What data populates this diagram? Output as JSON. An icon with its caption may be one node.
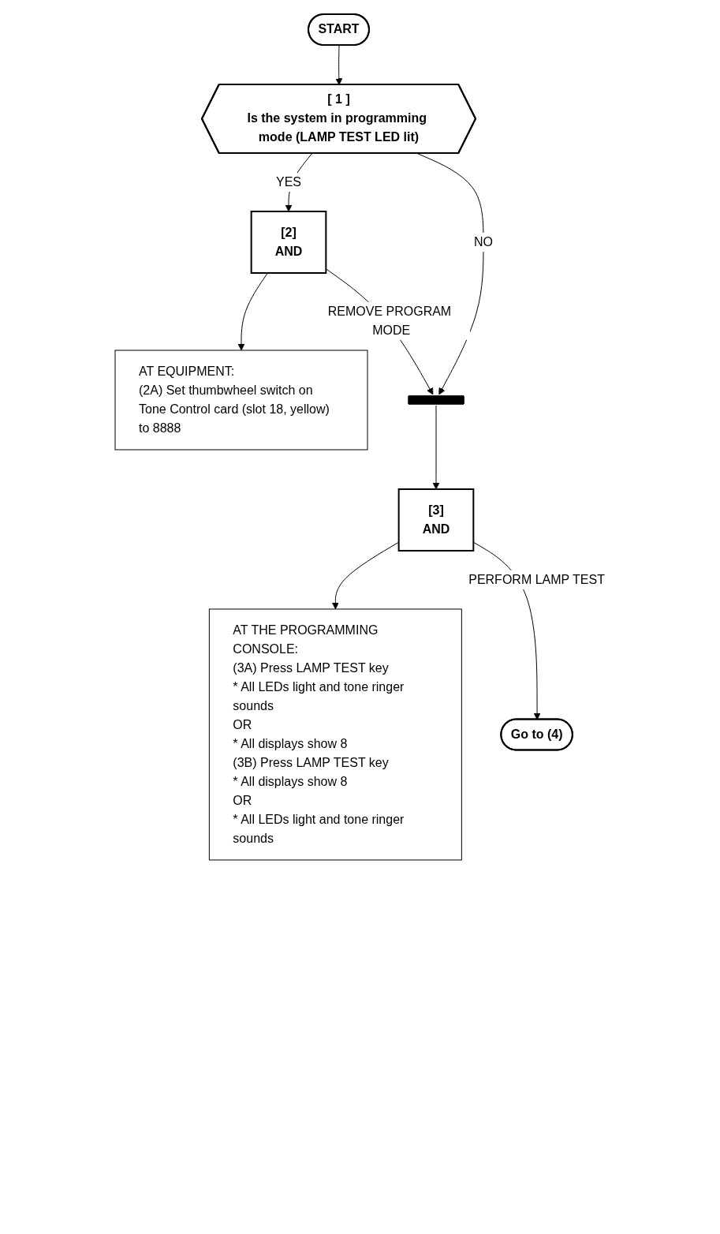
{
  "diagram": {
    "nodes": [
      {
        "text": [
          "START"
        ]
      },
      {
        "text": [
          "[ 1 ]",
          "Is the system in programming mode (LAMP TEST LED lit)"
        ]
      },
      {
        "text": [
          "[2]",
          "AND"
        ]
      },
      {
        "text": [
          "AT EQUIPMENT:",
          "(2A) Set thumbwheel switch on Tone Control card (slot 18, yellow) to 8888"
        ]
      },
      {
        "text": [],
        "shape": "bar"
      },
      {
        "text": [
          "[3]",
          "AND"
        ]
      },
      {
        "text": [
          "AT THE PROGRAMMING CONSOLE:",
          "(3A) Press LAMP TEST key",
          "* All LEDs light and tone ringer sounds",
          "OR",
          "* All displays show 8",
          "(3B) Press LAMP TEST key",
          "* All displays show 8",
          "OR",
          "* All LEDs light and tone ringer sounds"
        ]
      },
      {
        "text": [
          "Go to (4)"
        ]
      }
    ],
    "edges": [
      {
        "from": 0,
        "to": 1,
        "arrow": "to"
      },
      {
        "from": 1,
        "to": 2,
        "arrow": "to",
        "label": "YES"
      },
      {
        "from": 1,
        "to": 4,
        "arrow": "to",
        "label": "NO"
      },
      {
        "from": 2,
        "to": 3,
        "arrow": "to"
      },
      {
        "from": 2,
        "to": 4,
        "arrow": "to",
        "label": "REMOVE PROGRAM MODE"
      },
      {
        "from": 4,
        "to": 5,
        "arrow": "to"
      },
      {
        "from": 5,
        "to": 6,
        "arrow": "to"
      },
      {
        "from": 5,
        "to": 7,
        "arrow": "to",
        "label": "PERFORM LAMP TEST"
      }
    ]
  }
}
